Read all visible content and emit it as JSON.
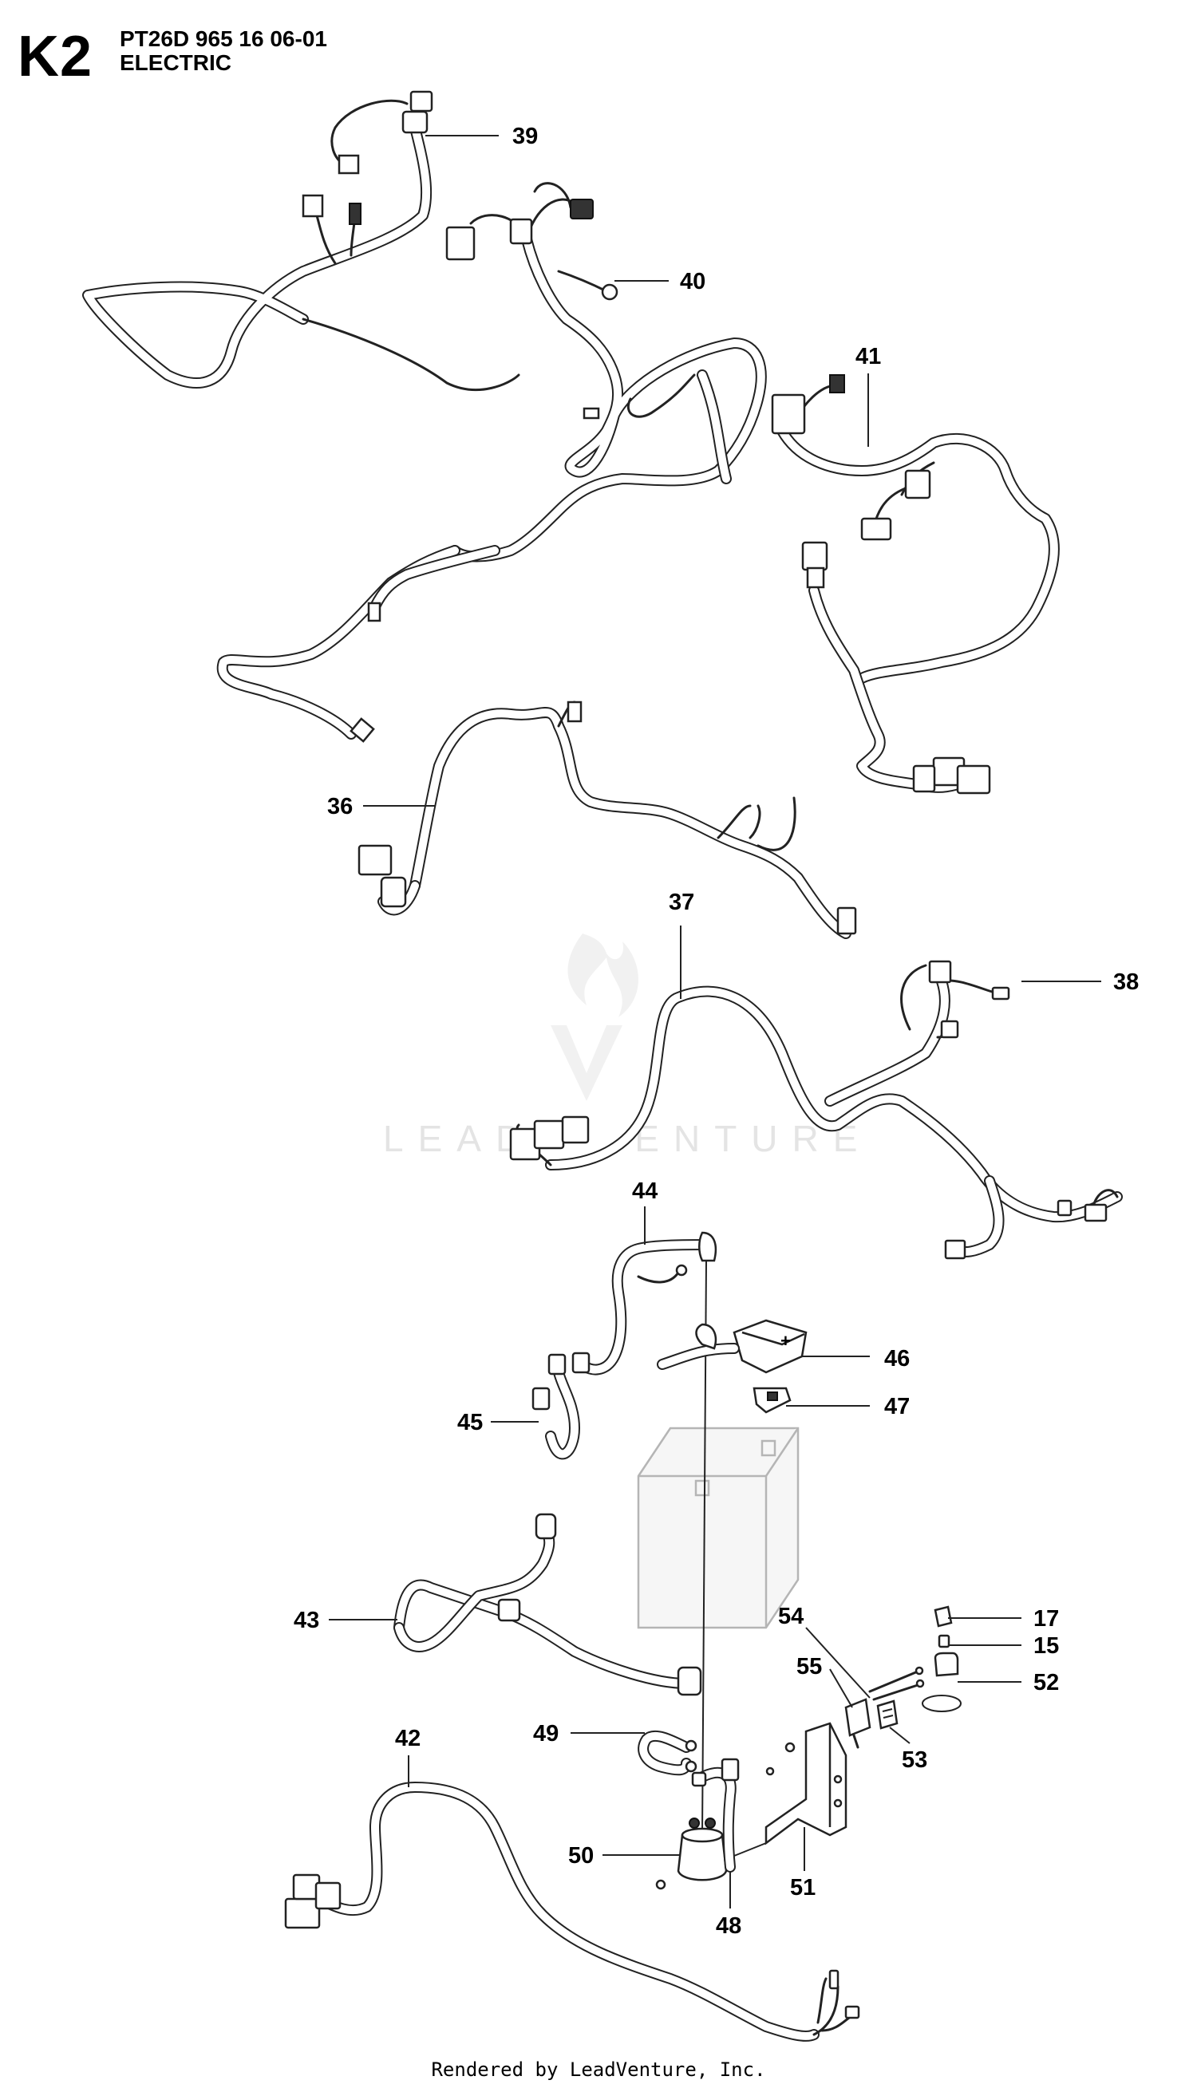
{
  "header": {
    "section_code": "K2",
    "model_line": "PT26D 965 16 06-01",
    "section_title": "ELECTRIC"
  },
  "watermark": {
    "text_left": "LEAD",
    "text_right": "ENTURE"
  },
  "callouts": [
    {
      "id": "39",
      "label": "39"
    },
    {
      "id": "40",
      "label": "40"
    },
    {
      "id": "41",
      "label": "41"
    },
    {
      "id": "36",
      "label": "36"
    },
    {
      "id": "37",
      "label": "37"
    },
    {
      "id": "38",
      "label": "38"
    },
    {
      "id": "44",
      "label": "44"
    },
    {
      "id": "46",
      "label": "46"
    },
    {
      "id": "47",
      "label": "47"
    },
    {
      "id": "45",
      "label": "45"
    },
    {
      "id": "43",
      "label": "43"
    },
    {
      "id": "54",
      "label": "54"
    },
    {
      "id": "17",
      "label": "17"
    },
    {
      "id": "15",
      "label": "15"
    },
    {
      "id": "55",
      "label": "55"
    },
    {
      "id": "52",
      "label": "52"
    },
    {
      "id": "53",
      "label": "53"
    },
    {
      "id": "49",
      "label": "49"
    },
    {
      "id": "42",
      "label": "42"
    },
    {
      "id": "50",
      "label": "50"
    },
    {
      "id": "51",
      "label": "51"
    },
    {
      "id": "48",
      "label": "48"
    }
  ],
  "footer": {
    "credit": "Rendered by LeadVenture, Inc."
  },
  "colors": {
    "ink": "#222222",
    "battery_outline": "#b5b5b5",
    "watermark": "#e4e4e4"
  }
}
